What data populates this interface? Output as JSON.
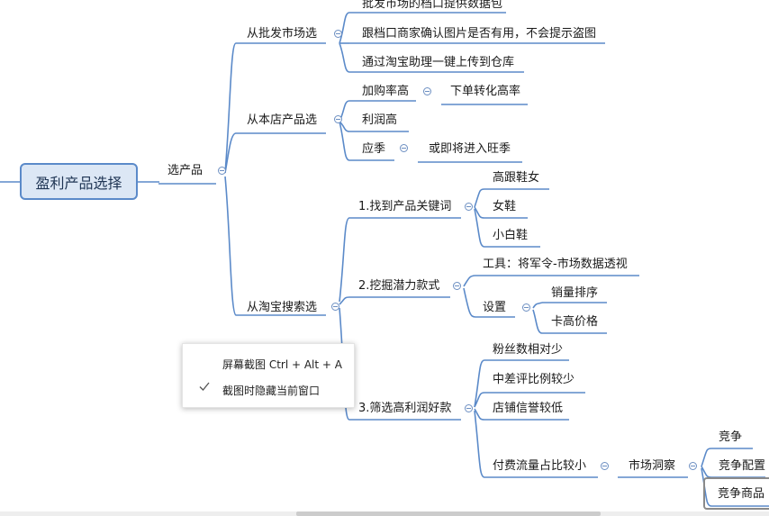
{
  "root": {
    "label": "盈利产品选择"
  },
  "l1": {
    "label": "选产品"
  },
  "branches": {
    "wholesale": {
      "label": "从批发市场选",
      "items": [
        "批发市场的档口提供数据包",
        "跟档口商家确认图片是否有用，不会提示盗图",
        "通过淘宝助理一键上传到仓库"
      ]
    },
    "store": {
      "label": "从本店产品选",
      "add_rate": "加购率高",
      "add_rate_child": "下单转化高率",
      "profit": "利润高",
      "season": "应季",
      "season_child": "或即将进入旺季"
    },
    "taobao": {
      "label": "从淘宝搜索选",
      "keyword": {
        "label": "1.找到产品关键词",
        "items": [
          "高跟鞋女",
          "女鞋",
          "小白鞋"
        ]
      },
      "potential": {
        "label": "2.挖掘潜力款式",
        "tool": "工具：将军令-市场数据透视",
        "setting": "设置",
        "setting_items": [
          "销量排序",
          "卡高价格"
        ]
      },
      "filter": {
        "label": "3.筛选高利润好款",
        "items": [
          "粉丝数相对少",
          "中差评比例较少",
          "店铺信誉较低"
        ],
        "paid": "付费流量占比较小",
        "insight": "市场洞察",
        "insight_items": [
          "竞争",
          "竞争配置",
          "竞争商品"
        ]
      }
    }
  },
  "context_menu": {
    "screenshot": "屏幕截图 Ctrl + Alt + A",
    "hide_window": "截图时隐藏当前窗口"
  }
}
